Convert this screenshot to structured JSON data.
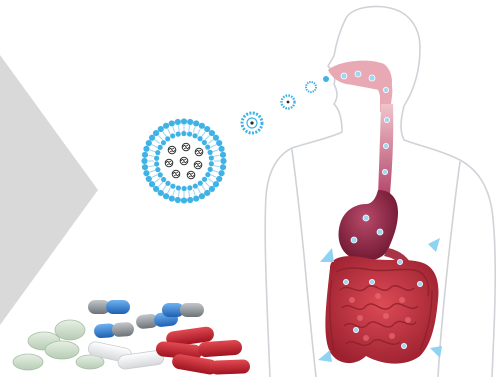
{
  "scene": {
    "colors": {
      "background": "#ffffff",
      "chevron": "#d9d9d9",
      "body_outline": "#cfd3d8",
      "mouth_throat": "#e8a9b4",
      "esophagus": "#c96a86",
      "stomach": "#8f2342",
      "intestine": "#c4323f",
      "intestine_dark": "#8e1f2c",
      "liposome_blue": "#3fb3e6",
      "liposome_core": "#2b2b2b",
      "arrow_blue": "#8fd3f3",
      "capsule_blue": "#2f7fd6",
      "capsule_gray": "#8f959b",
      "capsule_red": "#c81f2a",
      "tablet_green": "#cfe3cf",
      "tablet_white": "#f3f3f3"
    },
    "icons": [
      "chevron-shape",
      "liposome-icon",
      "human-torso-outline",
      "digestive-tract",
      "stomach",
      "intestine",
      "pill-pile"
    ]
  }
}
